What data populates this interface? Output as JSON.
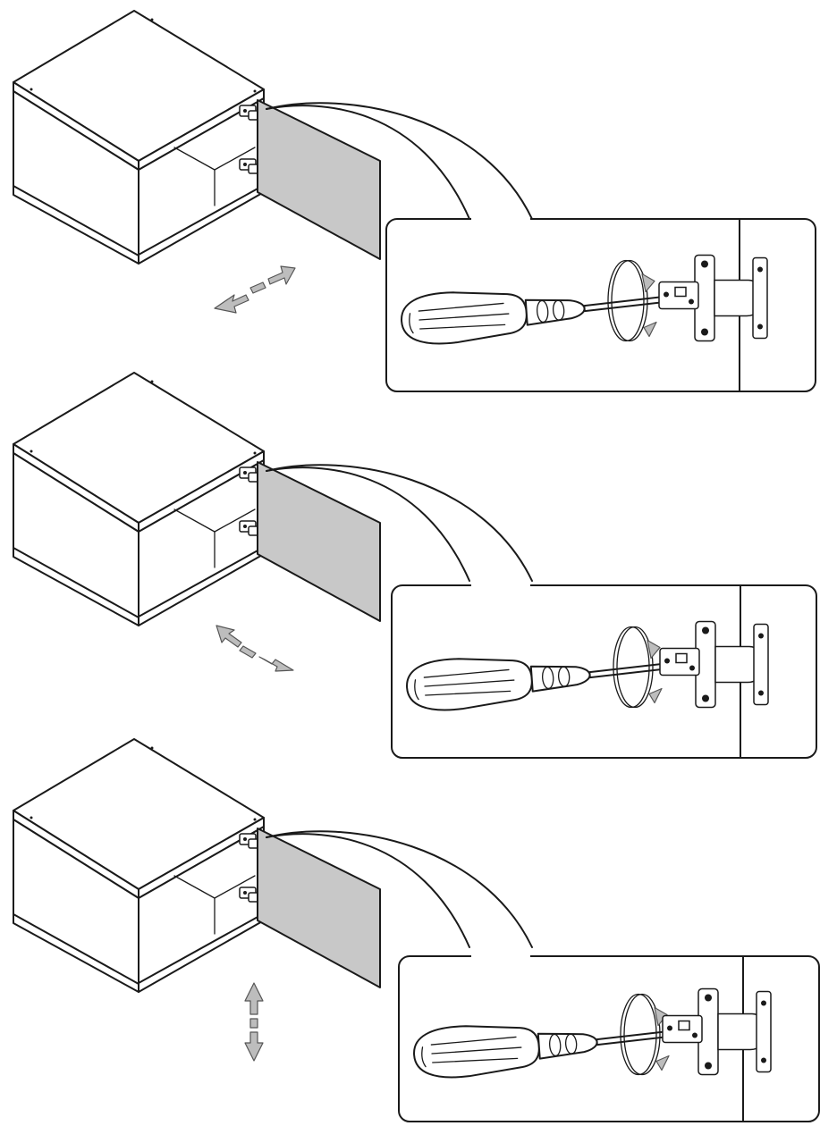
{
  "diagram": {
    "steps": [
      {
        "id": "step-1",
        "adjustment": "depth",
        "arrow": "diagonal"
      },
      {
        "id": "step-2",
        "adjustment": "side",
        "arrow": "diagonal"
      },
      {
        "id": "step-3",
        "adjustment": "height",
        "arrow": "vertical"
      }
    ],
    "colors": {
      "line": "#1a1a1a",
      "door_fill": "#c8c8c8",
      "arrow_fill": "#bdbdbd",
      "background": "#ffffff"
    },
    "icons": [
      "cabinet-icon",
      "door-panel",
      "hinge-icon",
      "screwdriver-icon",
      "rotation-arrow-icon",
      "direction-arrow-icon"
    ]
  }
}
